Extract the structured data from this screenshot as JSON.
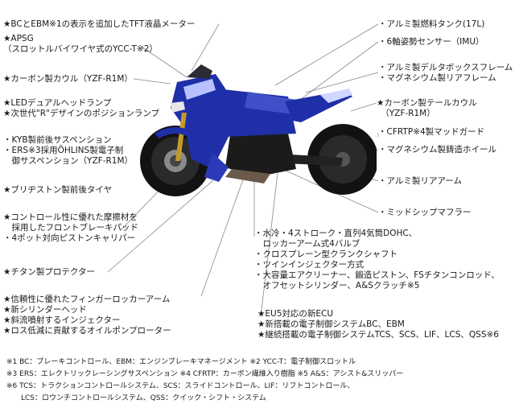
{
  "left_labels": [
    {
      "id": "tft",
      "lines": [
        "★BCとEBM※1の表示を追加したTFT液晶メーター"
      ]
    },
    {
      "id": "apsg",
      "lines": [
        "★APSG",
        "（スロットルバイワイヤ式のYCC-T※2）"
      ]
    },
    {
      "id": "cowl",
      "lines": [
        "★カーボン製カウル（YZF-R1M）"
      ]
    },
    {
      "id": "led",
      "lines": [
        "★LEDデュアルヘッドランプ",
        "★次世代\"R\"デザインのポジションランプ"
      ]
    },
    {
      "id": "kyb",
      "lines": [
        "・KYB製前後サスペンション",
        "・ERS※3採用ÖHLINS製電子制",
        "　御サスペンション（YZF-R1M）"
      ]
    },
    {
      "id": "tire",
      "lines": [
        "★ブリヂストン製前後タイヤ"
      ]
    },
    {
      "id": "brake",
      "lines": [
        "★コントロール性に優れた摩擦材を",
        "　採用したフロントブレーキパッド",
        "・4ポット対向ピストンキャリパー"
      ]
    },
    {
      "id": "protector",
      "lines": [
        "★チタン製プロテクター"
      ]
    },
    {
      "id": "engine_left",
      "lines": [
        "★信頼性に優れたフィンガーロッカーアーム",
        "★新シリンダーヘッド",
        "★斜流噴射するインジェクター",
        "★ロス低減に貢献するオイルポンプローター"
      ]
    }
  ],
  "right_labels": [
    {
      "id": "tank",
      "lines": [
        "・アルミ製燃料タンク(17L)"
      ]
    },
    {
      "id": "imu",
      "lines": [
        "・6軸姿勢センサー（IMU）"
      ]
    },
    {
      "id": "frame",
      "lines": [
        "・アルミ製デルタボックスフレーム",
        "・マグネシウム製リアフレーム"
      ]
    },
    {
      "id": "tailcowl",
      "lines": [
        "★カーボン製テールカウル",
        "　（YZF-R1M）"
      ]
    },
    {
      "id": "cfrtp",
      "lines": [
        "・CFRTP※4製マッドガード"
      ]
    },
    {
      "id": "wheel",
      "lines": [
        "・マグネシウム製鋳造ホイール"
      ]
    },
    {
      "id": "reararm",
      "lines": [
        "・アルミ製リアアーム"
      ]
    },
    {
      "id": "muffler",
      "lines": [
        "・ミッドシップマフラー"
      ]
    },
    {
      "id": "engine_center",
      "lines": [
        "・水冷・4ストローク・直列4気筒DOHC、",
        "　ロッカーアーム式4バルブ",
        "・クロスプレーン型クランクシャフト",
        "・ツインインジェクター方式",
        "・大容量エアクリーナー、鍛造ピストン、FSチタンコンロッド、",
        "　オフセットシリンダー、A&Sクラッチ※5"
      ]
    },
    {
      "id": "electronics",
      "lines": [
        "★EU5対応の新ECU",
        "★新搭載の電子制御システムBC、EBM",
        "★継続搭載の電子制御システムTCS、SCS、LIF、LCS、QSS※6"
      ]
    }
  ],
  "footnotes": [
    "※1 BC：ブレーキコントロール、EBM：エンジンブレーキマネージメント ※2 YCC-T：電子制御スロットル",
    "※3 ERS：エレクトリックレーシングサスペンション ※4 CFRTP：カーボン繊維入り樹脂 ※5 A&S：アシスト&スリッパー",
    "※6 TCS：トラクションコントロールシステム、SCS：スライドコントロール、LIF：リフトコントロール、",
    "　　LCS：ロウンチコントロールシステム、QSS：クイック・シフト・システム"
  ],
  "colors": {
    "bike_blue": "#1f2fa8",
    "bike_dark": "#141414",
    "leader_line": "#888888"
  }
}
